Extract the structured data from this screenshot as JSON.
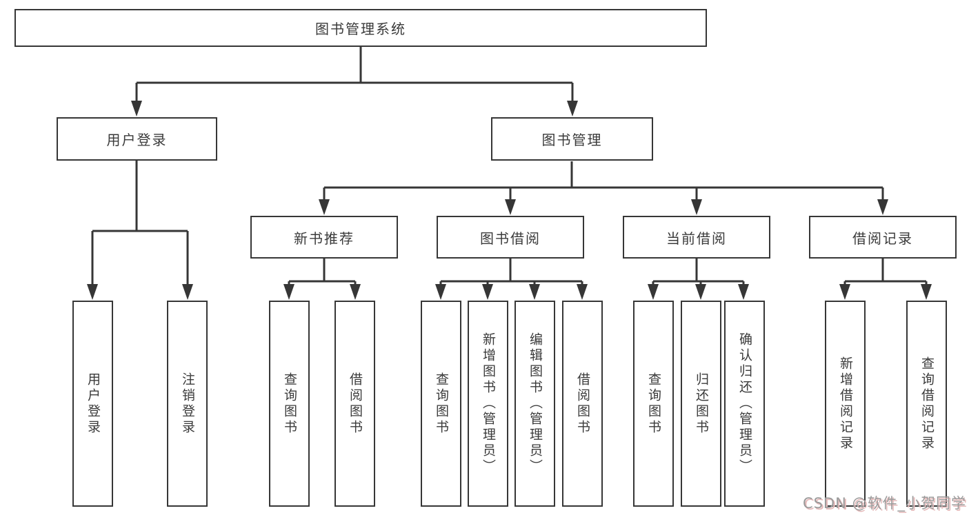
{
  "diagram": {
    "root": {
      "label": "图书管理系统"
    },
    "level1": [
      {
        "id": "user-login",
        "label": "用户登录"
      },
      {
        "id": "book-management",
        "label": "图书管理"
      }
    ],
    "level2": [
      {
        "id": "new-book-recommend",
        "label": "新书推荐"
      },
      {
        "id": "book-borrowing",
        "label": "图书借阅"
      },
      {
        "id": "current-borrowing",
        "label": "当前借阅"
      },
      {
        "id": "borrowing-records",
        "label": "借阅记录"
      }
    ],
    "leaves": [
      {
        "id": "user-login",
        "label": "用户登录"
      },
      {
        "id": "logout",
        "label": "注销登录"
      },
      {
        "id": "query-books-1",
        "label": "查询图书"
      },
      {
        "id": "borrow-books-1",
        "label": "借阅图书"
      },
      {
        "id": "query-books-2",
        "label": "查询图书"
      },
      {
        "id": "add-book-admin",
        "label": "新增图书（管理员）"
      },
      {
        "id": "edit-book-admin",
        "label": "编辑图书（管理员）"
      },
      {
        "id": "borrow-books-2",
        "label": "借阅图书"
      },
      {
        "id": "query-books-3",
        "label": "查询图书"
      },
      {
        "id": "return-book",
        "label": "归还图书"
      },
      {
        "id": "confirm-return-admin",
        "label": "确认归还（管理员）"
      },
      {
        "id": "add-borrow-record",
        "label": "新增借阅记录"
      },
      {
        "id": "query-borrow-record",
        "label": "查询借阅记录"
      }
    ]
  },
  "watermark": {
    "text": "CSDN @软件_小贺同学"
  },
  "colors": {
    "line": "#363636",
    "box_border": "#363636",
    "box_fill": "#ffffff",
    "text": "#3a3a3a",
    "watermark": "#9b9b9b",
    "watermark_shadow": "#e5b9b9"
  }
}
